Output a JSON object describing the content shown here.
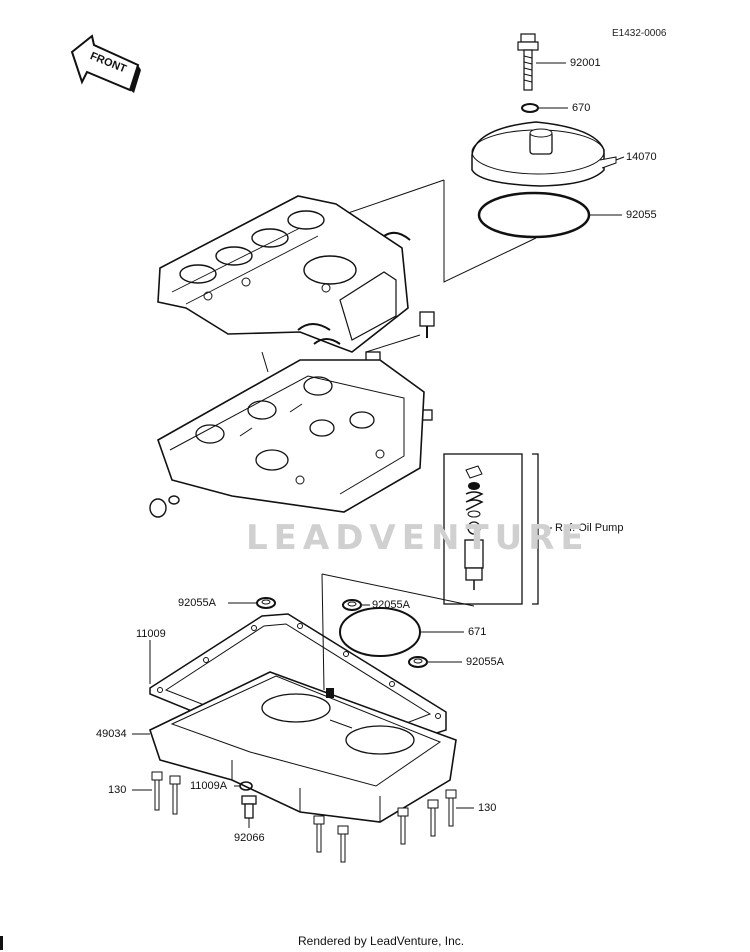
{
  "diagram_code": "E1432-0006",
  "front_label": "FRONT",
  "watermark": "LEADVENTURE",
  "footer": "Rendered by LeadVenture, Inc.",
  "ref_label": "Ref. Oil Pump",
  "parts": {
    "p92001": "92001",
    "p670": "670",
    "p14070": "14070",
    "p92055": "92055",
    "p92055A_left": "92055A",
    "p92055A_mid": "92055A",
    "p92055A_right": "92055A",
    "p671": "671",
    "p11009": "11009",
    "p49034": "49034",
    "p130_left": "130",
    "p130_right": "130",
    "p11009A": "11009A",
    "p92066": "92066"
  },
  "colors": {
    "ink": "#111111",
    "watermark": "#d0d0d0",
    "paper": "#ffffff"
  }
}
